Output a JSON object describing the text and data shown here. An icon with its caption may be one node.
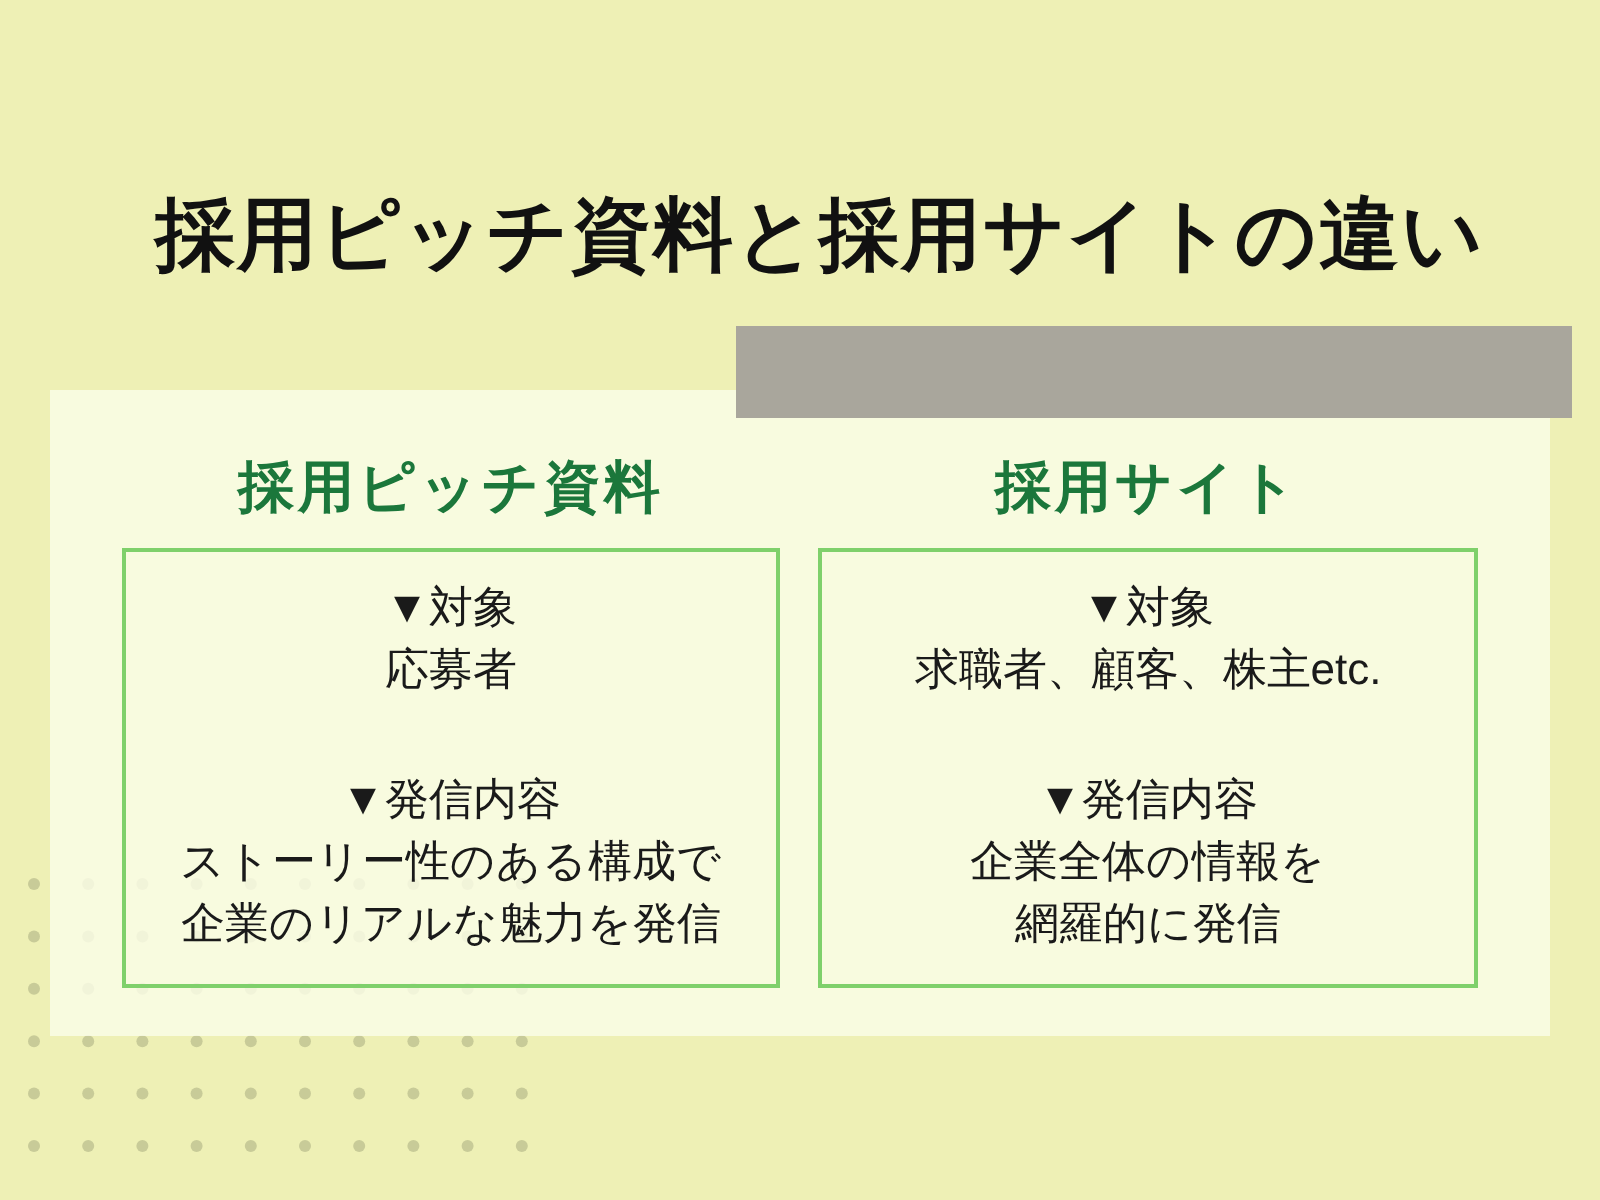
{
  "diagram": {
    "title": "採用ピッチ資料と採用サイトの違い",
    "nodes": [
      {
        "text": [
          "採用ピッチ資料",
          "▼対象",
          "応募者",
          "▼発信内容",
          "ストーリー性のある構成で企業のリアルな魅力を発信"
        ]
      },
      {
        "text": [
          "採用サイト",
          "▼対象",
          "求職者、顧客、株主etc.",
          "▼発信内容",
          "企業全体の情報を網羅的に発信"
        ]
      }
    ],
    "edges": []
  }
}
